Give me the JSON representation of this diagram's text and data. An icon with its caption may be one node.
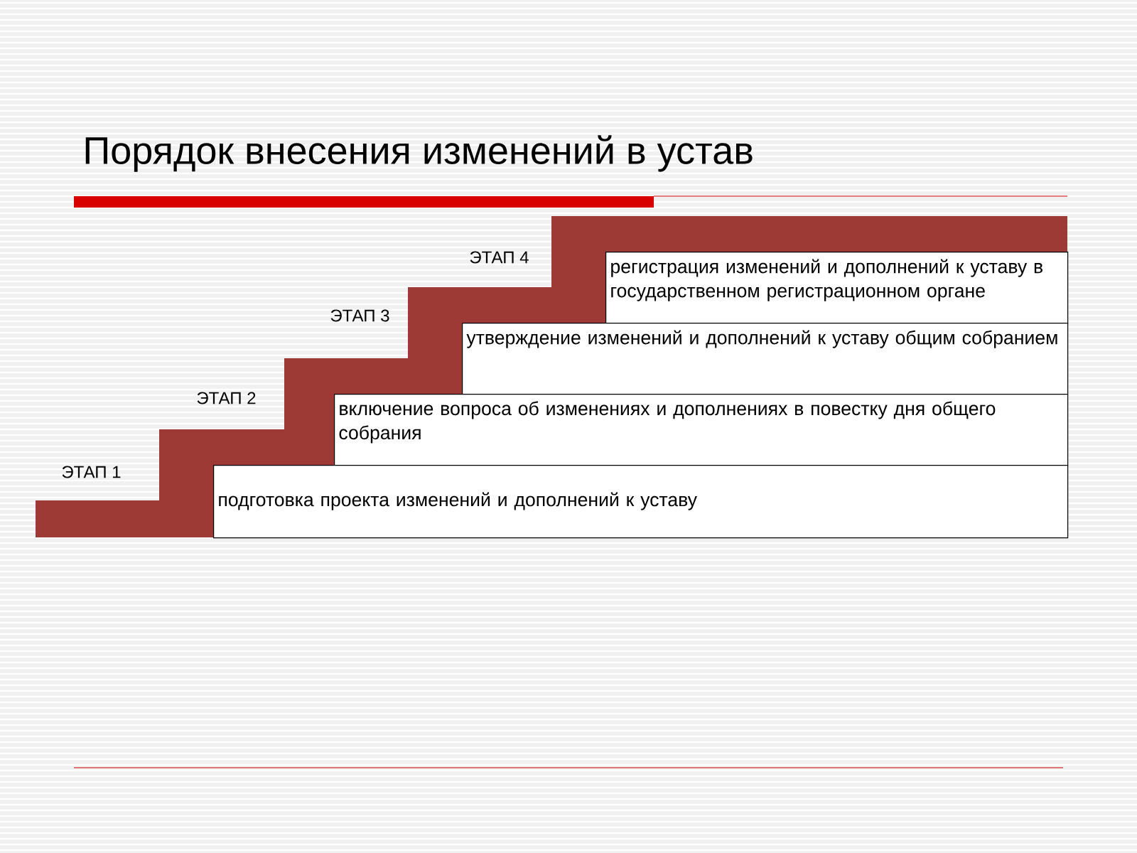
{
  "diagram": {
    "title": "Порядок внесения изменений в устав",
    "nodes": [
      {
        "text": [
          "регистрация изменений и дополнений к уставу в государственном регистрационном органе"
        ]
      },
      {
        "text": [
          "утверждение изменений и дополнений к уставу общим собранием"
        ]
      },
      {
        "text": [
          "включение вопроса об изменениях и дополнениях в повестку дня общего собрания"
        ]
      },
      {
        "text": [
          "подготовка проекта изменений и дополнений к уставу"
        ]
      }
    ],
    "labels": [
      "ЭТАП 4",
      "ЭТАП 3",
      "ЭТАП 2",
      "ЭТАП 1"
    ]
  }
}
